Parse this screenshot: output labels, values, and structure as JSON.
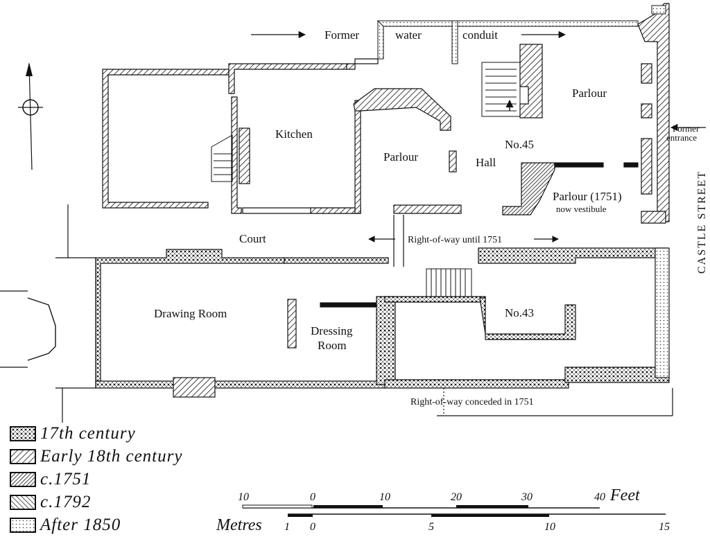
{
  "labels": {
    "former": "Former",
    "water": "water",
    "conduit": "conduit",
    "parlour_ne": "Parlour",
    "kitchen": "Kitchen",
    "no45": "No.45",
    "former_entrance_1": "Former",
    "former_entrance_2": "entrance",
    "parlour_mid": "Parlour",
    "hall": "Hall",
    "parlour_1751": "Parlour (1751)",
    "now_vestibule": "now vestibule",
    "castle_street": "CASTLE STREET",
    "court": "Court",
    "right_of_way_until": "Right-of-way until 1751",
    "drawing_room": "Drawing Room",
    "dressing_1": "Dressing",
    "dressing_2": "Room",
    "no43": "No.43",
    "right_of_way_conceded": "Right-of-way conceded in 1751"
  },
  "legend": [
    {
      "label": "17th century",
      "pattern": "cross"
    },
    {
      "label": "Early 18th century",
      "pattern": "hatch"
    },
    {
      "label": "c.1751",
      "pattern": "hatch-dense"
    },
    {
      "label": "c.1792",
      "pattern": "hatch-back"
    },
    {
      "label": "After 1850",
      "pattern": "dots"
    }
  ],
  "scale": {
    "feet_ticks": [
      "10",
      "0",
      "10",
      "20",
      "30",
      "40"
    ],
    "feet_unit": "Feet",
    "metres_label": "Metres",
    "metres_ticks": [
      "1",
      "0",
      "5",
      "10",
      "15"
    ]
  }
}
